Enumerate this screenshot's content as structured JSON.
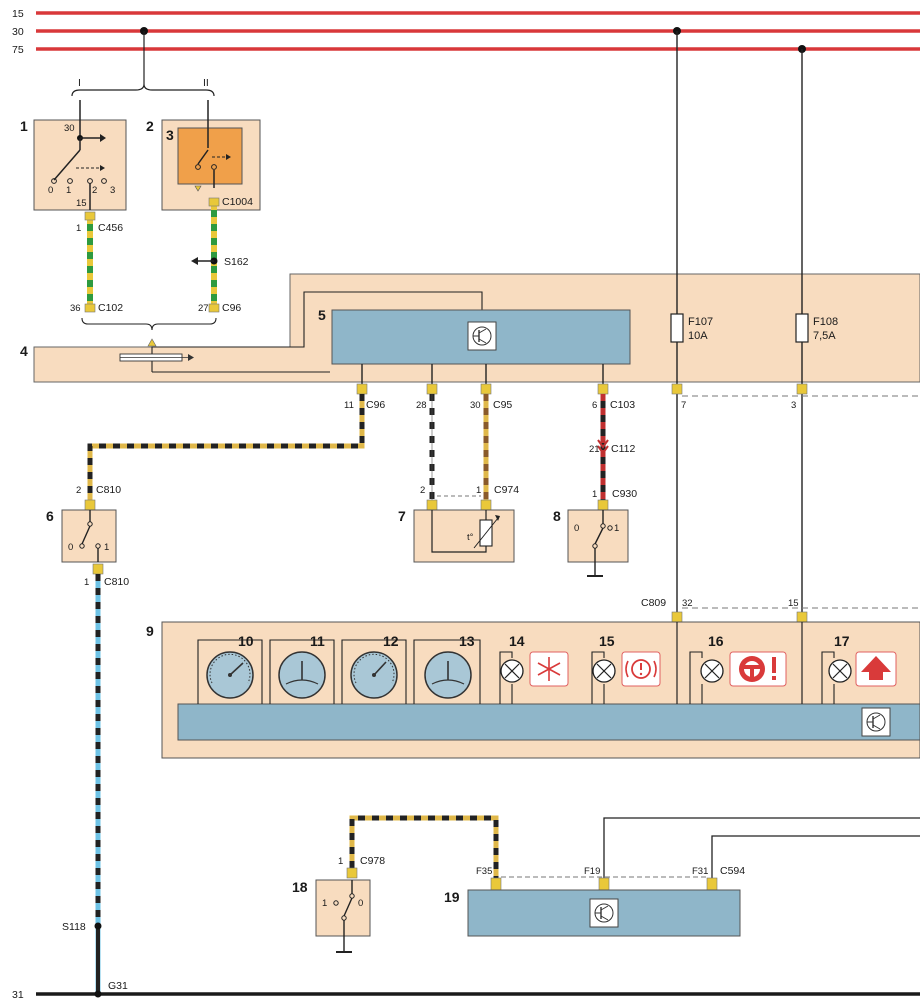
{
  "rails": [
    "15",
    "30",
    "75",
    "31"
  ],
  "components": [
    "1",
    "2",
    "3",
    "4",
    "5",
    "6",
    "7",
    "8",
    "9",
    "10",
    "11",
    "12",
    "13",
    "14",
    "15",
    "16",
    "17",
    "18",
    "19"
  ],
  "switch1": {
    "pin_top": "30",
    "pin_bottom": "15",
    "positions": [
      "0",
      "1",
      "2",
      "3"
    ],
    "range_I": "I",
    "range_II": "II"
  },
  "connectors": {
    "c456_pin": "1",
    "c456": "C456",
    "c102_pin": "36",
    "c102": "C102",
    "c1004": "C1004",
    "s162": "S162",
    "c96a_pin": "27",
    "c96a": "C96",
    "c96b_pin": "11",
    "c96b": "C96",
    "c95_pin1": "28",
    "c95_pin2": "30",
    "c95": "C95",
    "c103_pin": "6",
    "c103": "C103",
    "c112_pin": "21",
    "c112": "C112",
    "c930_pin": "1",
    "c930": "C930",
    "c974_pin1": "2",
    "c974_pin2": "1",
    "c974": "C974",
    "c810a_pin": "2",
    "c810a": "C810",
    "c810b_pin": "1",
    "c810b": "C810",
    "c809": "C809",
    "c809_pin1": "32",
    "c809_pin2": "15",
    "f107_pin": "7",
    "f108_pin": "3",
    "c978_pin": "1",
    "c978": "C978",
    "s118": "S118",
    "g31": "G31",
    "f35": "F35",
    "f19": "F19",
    "f31": "F31",
    "c594": "C594"
  },
  "fuses": {
    "f107": "F107",
    "f107_rating": "10A",
    "f108": "F108",
    "f108_rating": "7,5A"
  },
  "switch_positions": {
    "sw6_left": "0",
    "sw6_right": "1",
    "sw8_left": "0",
    "sw8_right": "1",
    "sw18_left": "1",
    "sw18_right": "0"
  },
  "sensor_symbol": "t°",
  "colors": {
    "rail": "#d9383a",
    "housing": "#f8dcbf",
    "module": "#8fb6c9",
    "relay": "#f0a04a",
    "wire_green": "#2e9a3f",
    "wire_yellow": "#e9c83a",
    "wire_blue": "#6fc3e6",
    "wire_red": "#c03030",
    "wire_brown": "#8a5a2a"
  },
  "icons": [
    "pressure-gauge-icon",
    "fuel-gauge-icon",
    "speedometer-icon",
    "temperature-gauge-icon",
    "snowflake-icon",
    "brake-warning-icon",
    "steering-warning-icon",
    "shift-up-icon",
    "transistor-icon"
  ]
}
